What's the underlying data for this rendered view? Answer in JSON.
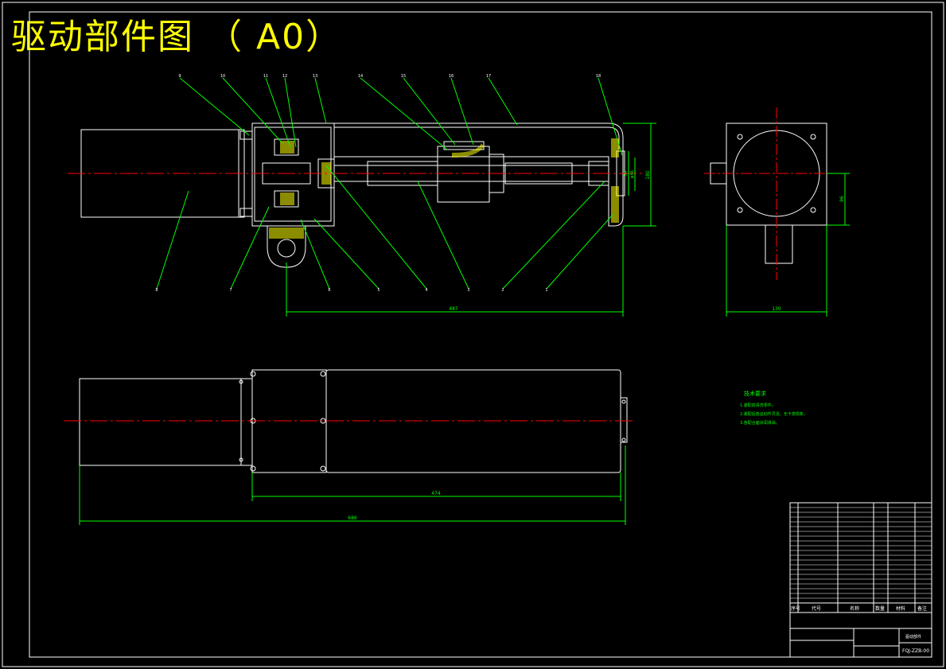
{
  "title": "驱动部件图 （ A0）",
  "colors": {
    "background": "#000000",
    "outline": "#ffffff",
    "dimension": "#00ff00",
    "centerline": "#ff0000",
    "title_text": "#ffff00",
    "section_hatch": "#ffff00",
    "notes_text": "#00ff00"
  },
  "balloons": [
    "9",
    "10",
    "11",
    "12",
    "13",
    "14",
    "15",
    "16",
    "17",
    "18",
    "8",
    "7",
    "6",
    "5",
    "4",
    "3",
    "2",
    "1"
  ],
  "dimensions": {
    "front_overall_length": "487",
    "front_height": "180",
    "end_bracket_height": "54",
    "end_bore_dia": "φ46",
    "side_width": "130",
    "side_height": "96",
    "top_housing_length": "474",
    "top_overall_length": "686"
  },
  "technical_notes": {
    "heading": "技术要求",
    "lines": [
      "1.装配前清洗零件。",
      "2.装配后各运动件灵活，无卡滞现象。",
      "3.各配合面涂润滑油。"
    ]
  },
  "title_block": {
    "col_headers": [
      "序号",
      "代号",
      "名称",
      "数量",
      "材料",
      "备注"
    ],
    "part_name": "驱动部件",
    "drawing_no": "FQJ-ZZB-00"
  }
}
